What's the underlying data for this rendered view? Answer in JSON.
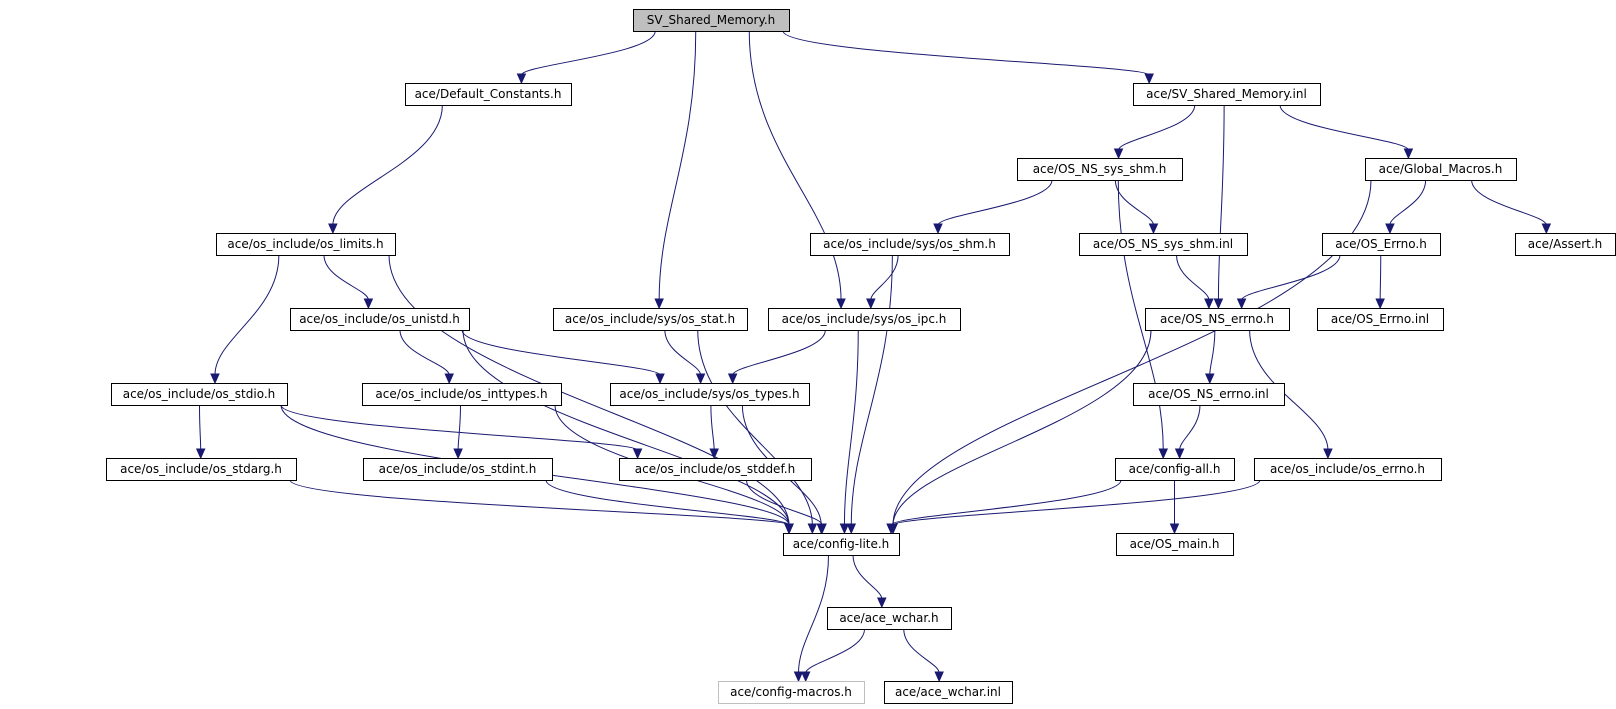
{
  "nodes": [
    {
      "id": "sv_shared_memory_h",
      "label": "SV_Shared_Memory.h",
      "style": "root"
    },
    {
      "id": "default_constants_h",
      "label": "ace/Default_Constants.h"
    },
    {
      "id": "sv_shared_memory_inl",
      "label": "ace/SV_Shared_Memory.inl"
    },
    {
      "id": "os_ns_sys_shm_h",
      "label": "ace/OS_NS_sys_shm.h"
    },
    {
      "id": "global_macros_h",
      "label": "ace/Global_Macros.h"
    },
    {
      "id": "os_limits_h",
      "label": "ace/os_include/os_limits.h"
    },
    {
      "id": "sys_os_shm_h",
      "label": "ace/os_include/sys/os_shm.h"
    },
    {
      "id": "os_ns_sys_shm_inl",
      "label": "ace/OS_NS_sys_shm.inl"
    },
    {
      "id": "os_errno_h",
      "label": "ace/OS_Errno.h"
    },
    {
      "id": "assert_h",
      "label": "ace/Assert.h"
    },
    {
      "id": "os_unistd_h",
      "label": "ace/os_include/os_unistd.h"
    },
    {
      "id": "sys_os_stat_h",
      "label": "ace/os_include/sys/os_stat.h"
    },
    {
      "id": "sys_os_ipc_h",
      "label": "ace/os_include/sys/os_ipc.h"
    },
    {
      "id": "os_ns_errno_h",
      "label": "ace/OS_NS_errno.h"
    },
    {
      "id": "os_errno_inl",
      "label": "ace/OS_Errno.inl"
    },
    {
      "id": "os_stdio_h",
      "label": "ace/os_include/os_stdio.h"
    },
    {
      "id": "os_inttypes_h",
      "label": "ace/os_include/os_inttypes.h"
    },
    {
      "id": "sys_os_types_h",
      "label": "ace/os_include/sys/os_types.h"
    },
    {
      "id": "os_ns_errno_inl",
      "label": "ace/OS_NS_errno.inl"
    },
    {
      "id": "os_stdarg_h",
      "label": "ace/os_include/os_stdarg.h"
    },
    {
      "id": "os_stdint_h",
      "label": "ace/os_include/os_stdint.h"
    },
    {
      "id": "os_stddef_h",
      "label": "ace/os_include/os_stddef.h"
    },
    {
      "id": "config_all_h",
      "label": "ace/config-all.h"
    },
    {
      "id": "os_include_os_errno_h",
      "label": "ace/os_include/os_errno.h"
    },
    {
      "id": "config_lite_h",
      "label": "ace/config-lite.h"
    },
    {
      "id": "os_main_h",
      "label": "ace/OS_main.h"
    },
    {
      "id": "ace_wchar_h",
      "label": "ace/ace_wchar.h"
    },
    {
      "id": "config_macros_h",
      "label": "ace/config-macros.h",
      "style": "faded"
    },
    {
      "id": "ace_wchar_inl",
      "label": "ace/ace_wchar.inl"
    }
  ],
  "edges": [
    [
      "sv_shared_memory_h",
      "default_constants_h"
    ],
    [
      "sv_shared_memory_h",
      "sv_shared_memory_inl"
    ],
    [
      "sv_shared_memory_h",
      "sys_os_stat_h"
    ],
    [
      "sv_shared_memory_h",
      "sys_os_ipc_h"
    ],
    [
      "default_constants_h",
      "os_limits_h"
    ],
    [
      "sv_shared_memory_inl",
      "os_ns_sys_shm_h"
    ],
    [
      "sv_shared_memory_inl",
      "global_macros_h"
    ],
    [
      "sv_shared_memory_inl",
      "os_ns_errno_h"
    ],
    [
      "os_ns_sys_shm_h",
      "sys_os_shm_h"
    ],
    [
      "os_ns_sys_shm_h",
      "os_ns_sys_shm_inl"
    ],
    [
      "os_ns_sys_shm_h",
      "config_all_h"
    ],
    [
      "global_macros_h",
      "os_errno_h"
    ],
    [
      "global_macros_h",
      "assert_h"
    ],
    [
      "global_macros_h",
      "config_lite_h"
    ],
    [
      "os_limits_h",
      "os_unistd_h"
    ],
    [
      "os_limits_h",
      "os_stdio_h"
    ],
    [
      "os_limits_h",
      "config_lite_h"
    ],
    [
      "sys_os_shm_h",
      "sys_os_ipc_h"
    ],
    [
      "sys_os_shm_h",
      "config_lite_h"
    ],
    [
      "os_ns_sys_shm_inl",
      "os_ns_errno_h"
    ],
    [
      "os_errno_h",
      "os_ns_errno_h"
    ],
    [
      "os_errno_h",
      "os_errno_inl"
    ],
    [
      "os_unistd_h",
      "sys_os_types_h"
    ],
    [
      "os_unistd_h",
      "os_inttypes_h"
    ],
    [
      "os_unistd_h",
      "config_lite_h"
    ],
    [
      "sys_os_stat_h",
      "sys_os_types_h"
    ],
    [
      "sys_os_stat_h",
      "config_lite_h"
    ],
    [
      "sys_os_ipc_h",
      "sys_os_types_h"
    ],
    [
      "sys_os_ipc_h",
      "config_lite_h"
    ],
    [
      "os_ns_errno_h",
      "os_ns_errno_inl"
    ],
    [
      "os_ns_errno_h",
      "os_include_os_errno_h"
    ],
    [
      "os_ns_errno_h",
      "config_lite_h"
    ],
    [
      "os_stdio_h",
      "os_stdarg_h"
    ],
    [
      "os_stdio_h",
      "os_stddef_h"
    ],
    [
      "os_stdio_h",
      "config_lite_h"
    ],
    [
      "os_inttypes_h",
      "os_stdint_h"
    ],
    [
      "os_inttypes_h",
      "config_lite_h"
    ],
    [
      "sys_os_types_h",
      "os_stddef_h"
    ],
    [
      "sys_os_types_h",
      "config_lite_h"
    ],
    [
      "os_ns_errno_inl",
      "config_all_h"
    ],
    [
      "os_stdarg_h",
      "config_lite_h"
    ],
    [
      "os_stdint_h",
      "config_lite_h"
    ],
    [
      "os_stddef_h",
      "config_lite_h"
    ],
    [
      "config_all_h",
      "config_lite_h"
    ],
    [
      "config_all_h",
      "os_main_h"
    ],
    [
      "os_include_os_errno_h",
      "config_lite_h"
    ],
    [
      "config_lite_h",
      "ace_wchar_h"
    ],
    [
      "config_lite_h",
      "config_macros_h"
    ],
    [
      "ace_wchar_h",
      "config_macros_h"
    ],
    [
      "ace_wchar_h",
      "ace_wchar_inl"
    ]
  ]
}
